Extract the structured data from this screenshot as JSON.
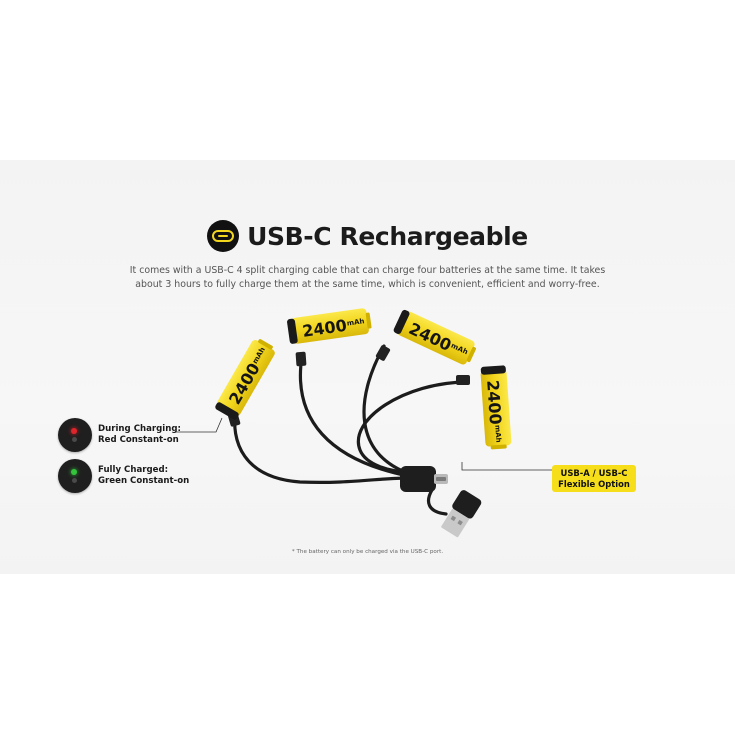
{
  "heading": {
    "title": "USB-C Rechargeable",
    "icon": "usb-c-port-icon"
  },
  "description": "It comes with a USB-C 4 split charging cable that can charge four batteries at the same time. It takes about 3 hours to fully charge them at the same time, which is convenient, efficient and worry-free.",
  "batteries": [
    {
      "capacity": "2400",
      "unit": "mAh"
    },
    {
      "capacity": "2400",
      "unit": "mAh"
    },
    {
      "capacity": "2400",
      "unit": "mAh"
    },
    {
      "capacity": "2400",
      "unit": "mAh"
    }
  ],
  "status": {
    "charging": {
      "line1": "During Charging:",
      "line2": "Red Constant-on",
      "led_color": "#e0242b"
    },
    "charged": {
      "line1": "Fully Charged:",
      "line2": "Green Constant-on",
      "led_color": "#33c43b"
    }
  },
  "connector_option": {
    "line1": "USB-A / USB-C",
    "line2": "Flexible Option"
  },
  "footnote": "* The battery can only be charged via the USB-C port.",
  "colors": {
    "battery_yellow": "#f3d71f",
    "cable_black": "#1c1c1c",
    "label_yellow": "#f6de1b"
  }
}
